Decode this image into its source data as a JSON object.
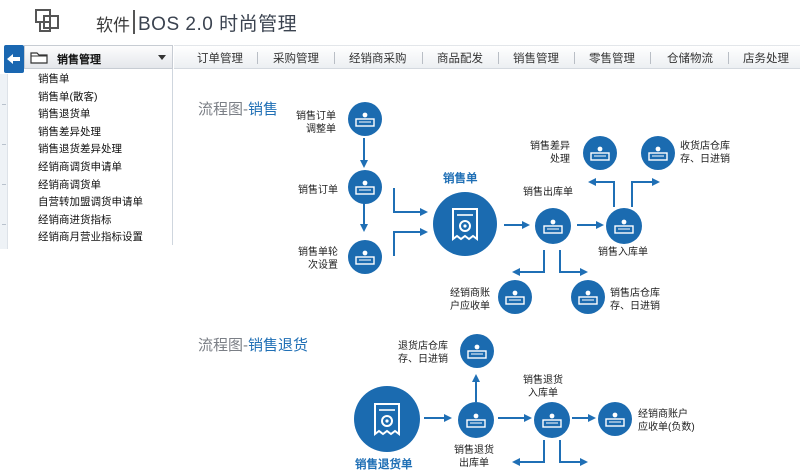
{
  "header": {
    "brand_software": "软件",
    "brand_product": "BOS 2.0 时尚管理"
  },
  "sidebar": {
    "title": "销售管理",
    "items": [
      "销售单",
      "销售单(散客)",
      "销售退货单",
      "销售差异处理",
      "销售退货差异处理",
      "经销商调货申请单",
      "经销商调货单",
      "自营转加盟调货申请单",
      "经销商进货指标",
      "经销商月营业指标设置"
    ]
  },
  "topnav": {
    "items": [
      "订单管理",
      "采购管理",
      "经销商采购",
      "商品配发",
      "销售管理",
      "零售管理",
      "仓储物流",
      "店务处理"
    ]
  },
  "flow1": {
    "title_prefix": "流程图-",
    "title_highlight": "销售",
    "center_label": "销售单",
    "nodes": {
      "order_adjust": "销售订单\n调整单",
      "order": "销售订单",
      "rotation": "销售单轮\n次设置",
      "diff": "销售差异\n处理",
      "stock_receive": "收货店仓库\n存、日进销",
      "outbound": "销售出库单",
      "inbound": "销售入库单",
      "dealer_ar": "经销商账\n户应收单",
      "store_stock": "销售店仓库\n存、日进销"
    }
  },
  "flow2": {
    "title_prefix": "流程图-",
    "title_highlight": "销售退货",
    "center_label": "销售退货单",
    "nodes": {
      "return_stock": "退货店仓库\n存、日进销",
      "return_in": "销售退货\n入库单",
      "dealer_ar_neg": "经销商账户\n应收单(负数)",
      "return_out": "销售退货\n出库单"
    }
  },
  "colors": {
    "accent": "#1b6bb0",
    "arrow": "#1f6fb5",
    "title_grey": "#7b7f86"
  }
}
